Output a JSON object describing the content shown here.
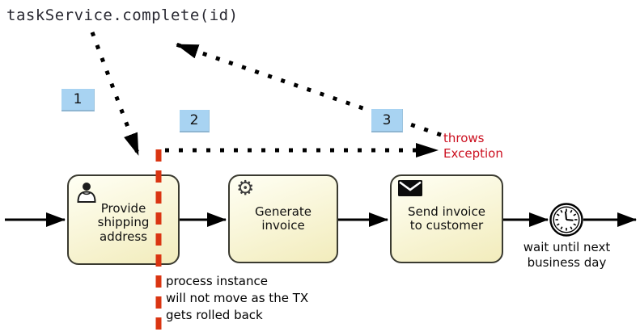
{
  "colors": {
    "code_text": "#2a2a33",
    "badge_bg": "#a8d3f2",
    "red_accent": "#da3512",
    "exception_red": "#cc1020",
    "task_fill_top": "#fffff4",
    "task_fill_bottom": "#f2ecbc",
    "task_border": "#3a3a30"
  },
  "annotation": {
    "code_text": "taskService.complete(id)",
    "badges": [
      "1",
      "2",
      "3"
    ],
    "exception_lines": [
      "throws",
      "Exception"
    ],
    "note_lines": [
      "process instance",
      "will not move as the TX",
      "gets rolled back"
    ]
  },
  "process": {
    "tasks": [
      {
        "icon": "user",
        "lines": [
          "Provide",
          "shipping",
          "address"
        ]
      },
      {
        "icon": "gear",
        "lines": [
          "Generate",
          "invoice"
        ]
      },
      {
        "icon": "envelope",
        "lines": [
          "Send invoice",
          "to customer"
        ]
      }
    ],
    "timer_label_lines": [
      "wait until next",
      "business day"
    ],
    "gear_glyph": "⚙"
  }
}
